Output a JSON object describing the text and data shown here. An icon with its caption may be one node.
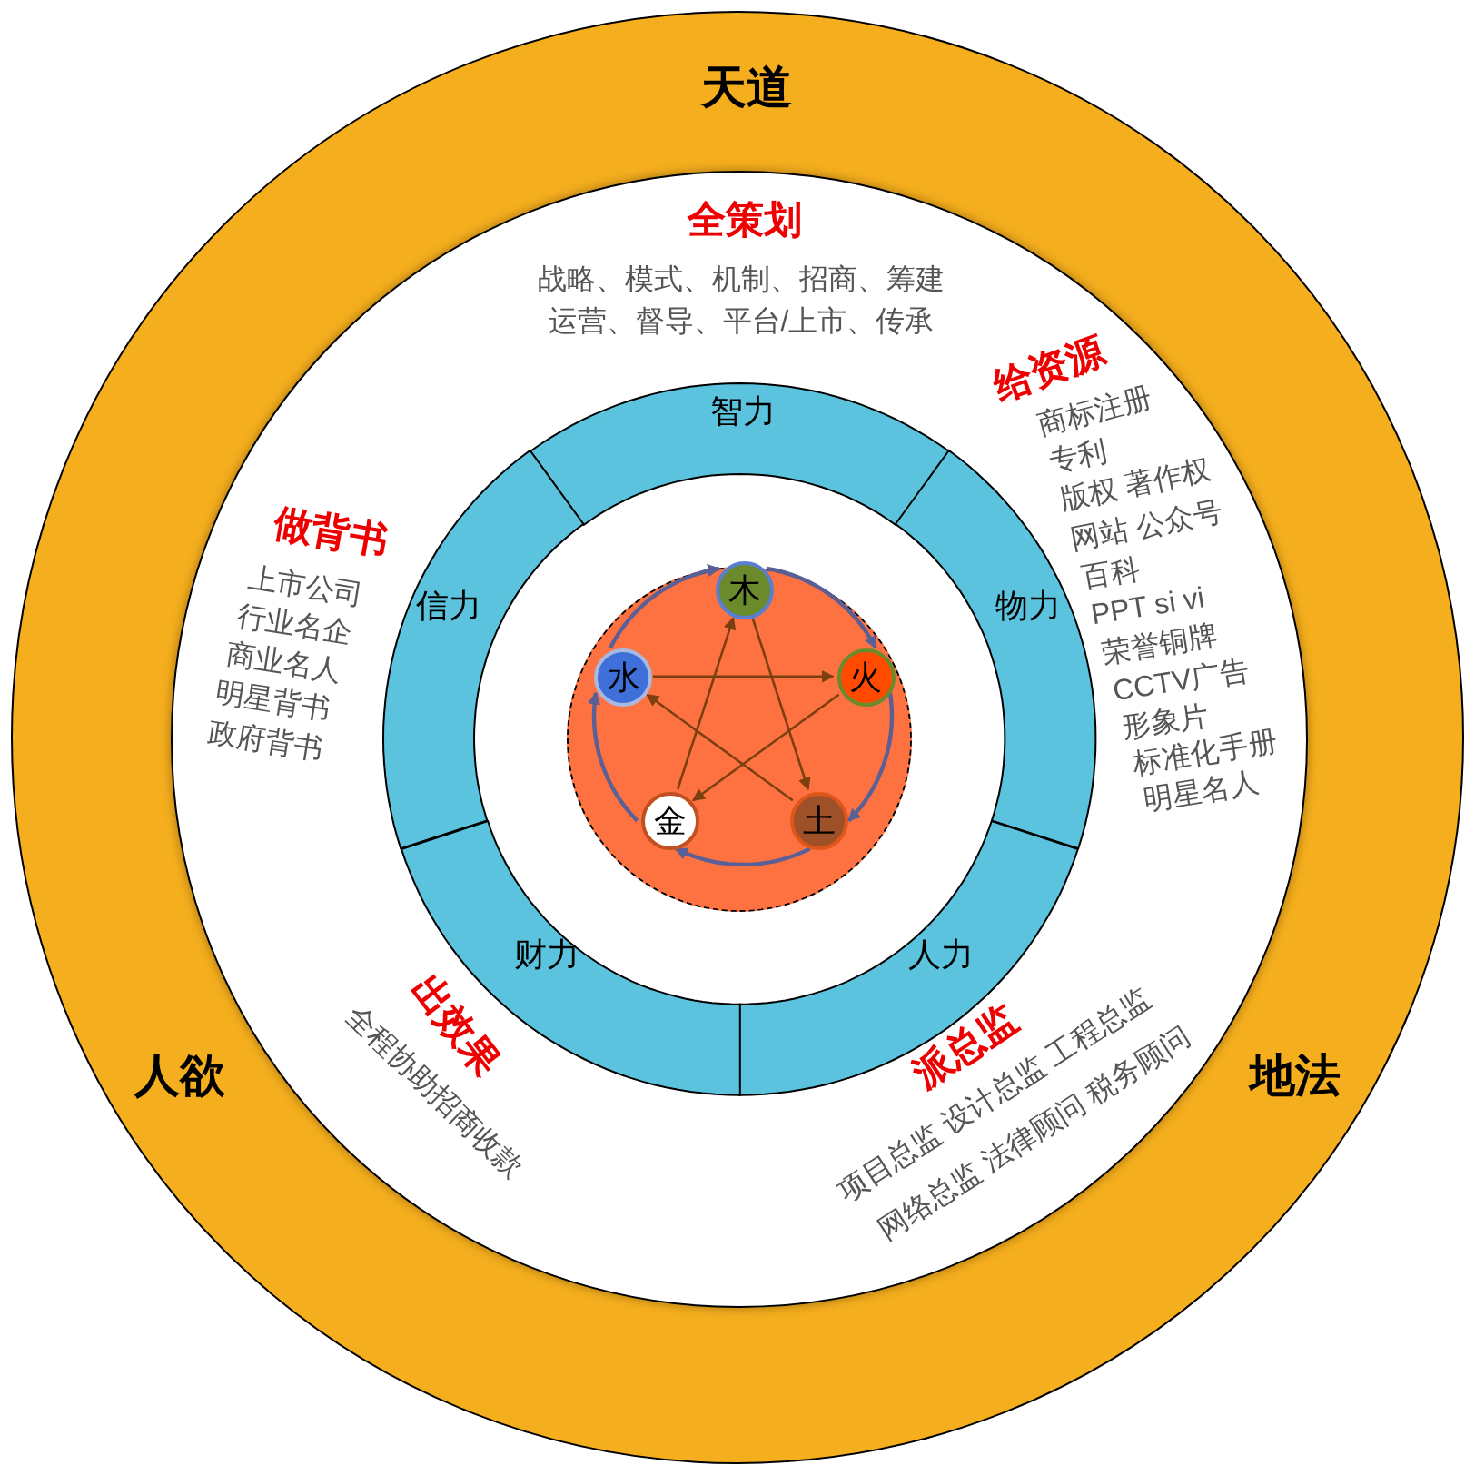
{
  "diagram": {
    "nodes": [
      {
        "text": [
          "天道",
          "人欲",
          "地法"
        ]
      },
      {
        "text": [
          "智力"
        ],
        "in": 0
      },
      {
        "text": [
          "物力"
        ],
        "in": 0
      },
      {
        "text": [
          "人力"
        ],
        "in": 0
      },
      {
        "text": [
          "财力"
        ],
        "in": 0
      },
      {
        "text": [
          "信力"
        ],
        "in": 0
      },
      {
        "text": [],
        "shape": "circle",
        "in": 0
      },
      {
        "text": [
          "木"
        ],
        "in": 6
      },
      {
        "text": [
          "火"
        ],
        "in": 6
      },
      {
        "text": [
          "土"
        ],
        "in": 6
      },
      {
        "text": [
          "金"
        ],
        "in": 6
      },
      {
        "text": [
          "水"
        ],
        "in": 6
      }
    ],
    "edges": [
      {
        "from": 7,
        "to": 8,
        "arrow": "to",
        "color": "#5a5f96"
      },
      {
        "from": 8,
        "to": 9,
        "arrow": "to",
        "color": "#5a5f96"
      },
      {
        "from": 9,
        "to": 10,
        "arrow": "to",
        "color": "#5a5f96"
      },
      {
        "from": 10,
        "to": 11,
        "arrow": "to",
        "color": "#5a5f96"
      },
      {
        "from": 11,
        "to": 7,
        "arrow": "to",
        "color": "#5a5f96"
      },
      {
        "from": 11,
        "to": 8,
        "arrow": "to",
        "color": "#7b3f10"
      },
      {
        "from": 8,
        "to": 10,
        "arrow": "to",
        "color": "#7b3f10"
      },
      {
        "from": 10,
        "to": 7,
        "arrow": "to",
        "color": "#7b3f10"
      },
      {
        "from": 7,
        "to": 9,
        "arrow": "to",
        "color": "#7b3f10"
      },
      {
        "from": 9,
        "to": 11,
        "arrow": "to",
        "color": "#7b3f10"
      }
    ],
    "labels": [
      "全策划",
      "战略、模式、机制、招商、筹建运营、督导、平台/上市、传承",
      "给资源",
      "商标注册",
      "专利",
      "版权 著作权",
      "网站 公众号",
      "百科",
      "PPT si vi",
      "荣誉铜牌",
      "CCTV广告",
      "形象片",
      "标准化手册",
      "明星名人",
      "做背书",
      "上市公司",
      "行业名企",
      "商业名人",
      "明星背书",
      "政府背书",
      "出效果",
      "全程协助招商收款",
      "派总监",
      "项目总监 设计总监 工程总监",
      "网络总监 法律顾问 税务顾问"
    ]
  }
}
